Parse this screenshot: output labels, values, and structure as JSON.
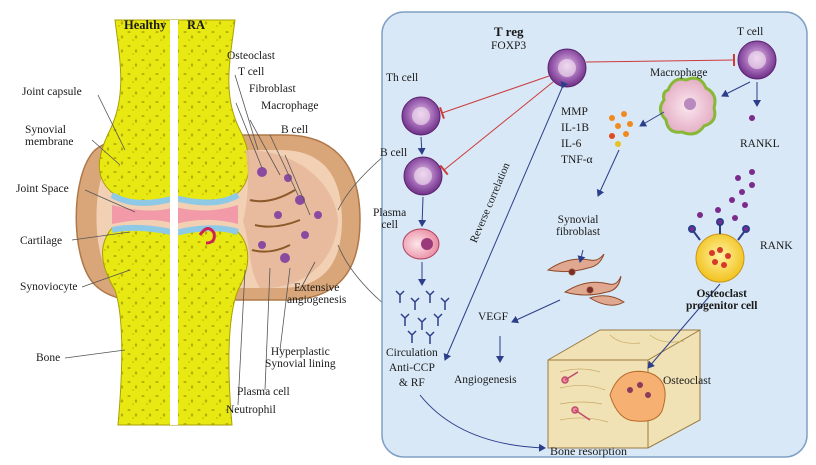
{
  "left": {
    "heading_healthy": "Healthy",
    "heading_ra": "RA",
    "joint_capsule": "Joint capsule",
    "synovial_membrane": "Synovial\nmembrane",
    "joint_space": "Joint Space",
    "cartilage": "Cartilage",
    "synoviocyte": "Synoviocyte",
    "bone": "Bone",
    "osteoclast": "Osteoclast",
    "t_cell": "T cell",
    "fibroblast": "Fibroblast",
    "macrophage": "Macrophage",
    "b_cell": "B cell",
    "extensive_angiogenesis": "Extensive\nangiogenesis",
    "hyperplastic_lining": "Hyperplastic\nSynovial lining",
    "plasma_cell": "Plasma cell",
    "neutrophil": "Neutrophil"
  },
  "right": {
    "treg_title": "T reg",
    "treg_sub": "FOXP3",
    "t_cell": "T cell",
    "th_cell": "Th cell",
    "macrophage": "Macrophage",
    "cytokines": [
      "MMP",
      "IL-1B",
      "IL-6",
      "TNF-α"
    ],
    "b_cell": "B cell",
    "rankl": "RANKL",
    "reverse_correlation": "Reverse correlation",
    "plasma_cell": "Plasma\ncell",
    "synovial_fibroblast": "Synovial\nfibroblast",
    "rank": "RANK",
    "osteoclast_progenitor": "Osteoclast\nprogenitor cell",
    "vegf": "VEGF",
    "circulation": "Circulation\nAnti-CCP\n& RF",
    "angiogenesis": "Angiogenesis",
    "osteoclast": "Osteoclast",
    "bone_resorption": "Bone resorption"
  },
  "colors": {
    "bone": "#e8e812",
    "bone_spots": "#b8b000",
    "capsule": "#d9a679",
    "capsule_outer": "#c38a5c",
    "synovium": "#f2d0b4",
    "cartilage": "#8ec9e6",
    "joint_space": "#f29aa8",
    "panel_bg": "#d8e8f6",
    "cell_purple": "#8a4aa0",
    "cell_light": "#f3e3f3",
    "inhibit_red": "#cc3b3b",
    "arrow_blue": "#2c3e8a",
    "rankl_dot": "#7a2b8c",
    "cytokine_orange": "#f08a1e"
  }
}
